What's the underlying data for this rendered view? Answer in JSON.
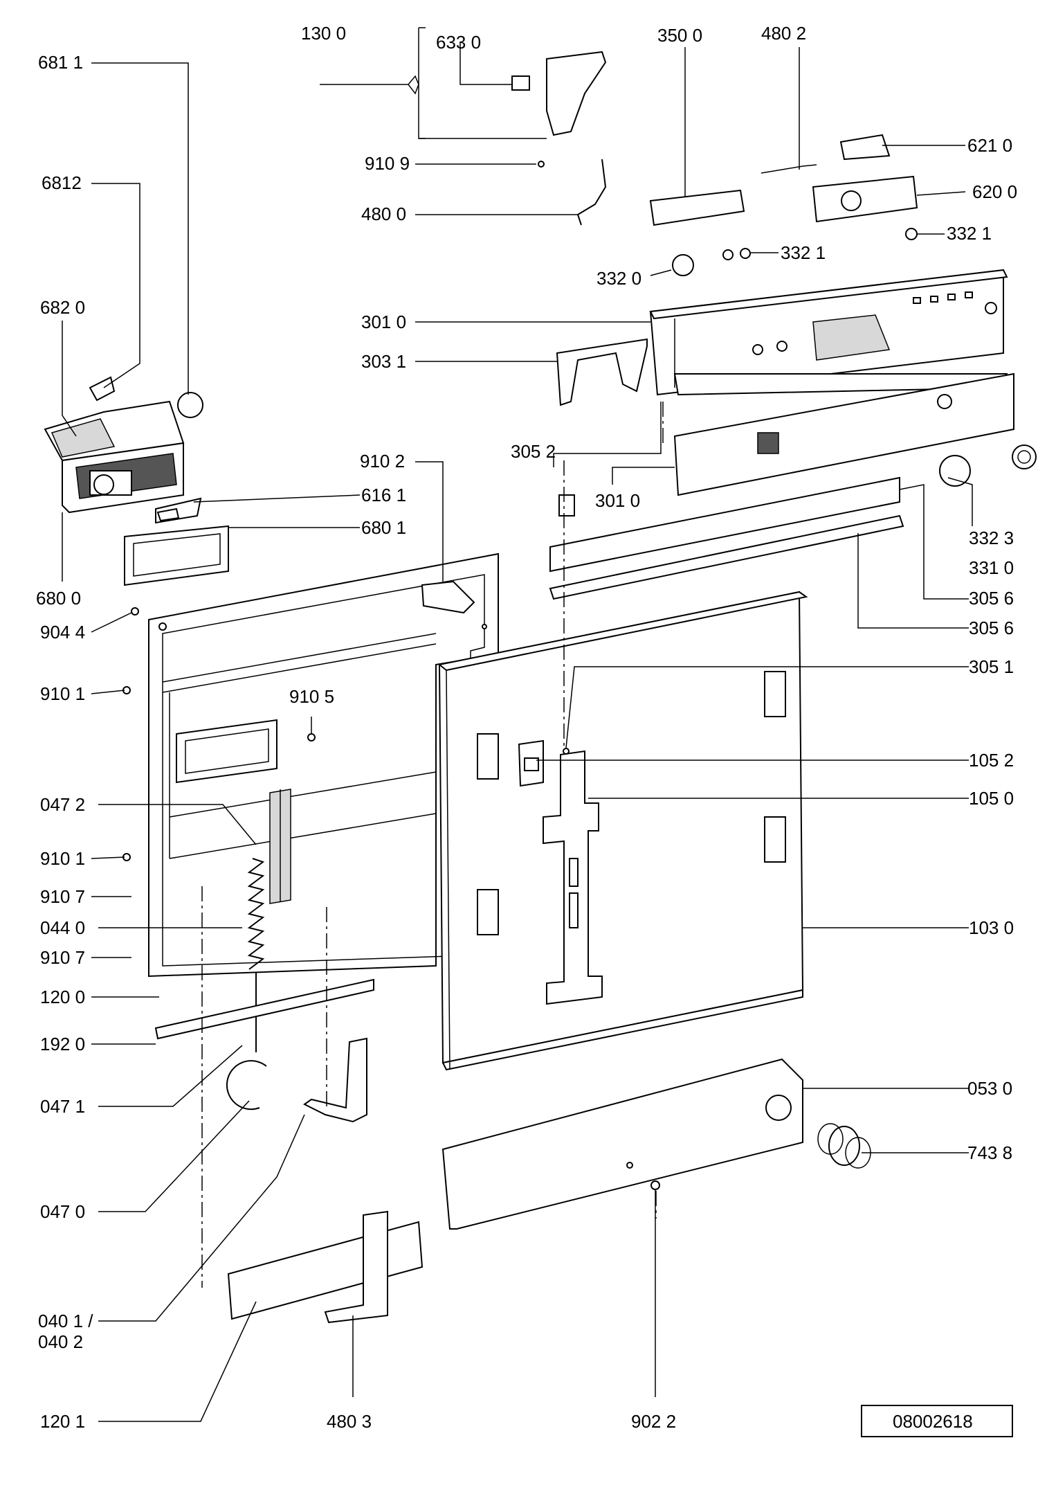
{
  "labels": {
    "l_681_1": "681 1",
    "l_6812": "6812",
    "l_682_0": "682 0",
    "l_680_0": "680 0",
    "l_904_4": "904 4",
    "l_910_1a": "910 1",
    "l_047_2": "047 2",
    "l_910_1b": "910 1",
    "l_910_7a": "910 7",
    "l_044_0": "044 0",
    "l_910_7b": "910 7",
    "l_120_0": "120 0",
    "l_192_0": "192 0",
    "l_047_1": "047 1",
    "l_047_0": "047 0",
    "l_040_1": "040 1 /",
    "l_040_2": "040 2",
    "l_120_1": "120 1",
    "l_130_0": "130 0",
    "l_633_0": "633 0",
    "l_910_9": "910 9",
    "l_480_0": "480 0",
    "l_350_0": "350 0",
    "l_480_2": "480 2",
    "l_621_0": "621 0",
    "l_620_0": "620 0",
    "l_332_1a": "332 1",
    "l_332_1b": "332 1",
    "l_332_0": "332 0",
    "l_301_0a": "301 0",
    "l_303_1": "303 1",
    "l_305_2": "305 2",
    "l_301_0b": "301 0",
    "l_910_2": "910 2",
    "l_616_1": "616 1",
    "l_680_1": "680 1",
    "l_910_5": "910 5",
    "l_332_3": "332 3",
    "l_331_0": "331 0",
    "l_305_6a": "305 6",
    "l_305_6b": "305 6",
    "l_305_1": "305 1",
    "l_105_2": "105 2",
    "l_105_0": "105 0",
    "l_103_0": "103 0",
    "l_053_0": "053 0",
    "l_743_8": "743 8",
    "l_480_3": "480 3",
    "l_902_2": "902 2",
    "drawing_number": "08002618"
  }
}
